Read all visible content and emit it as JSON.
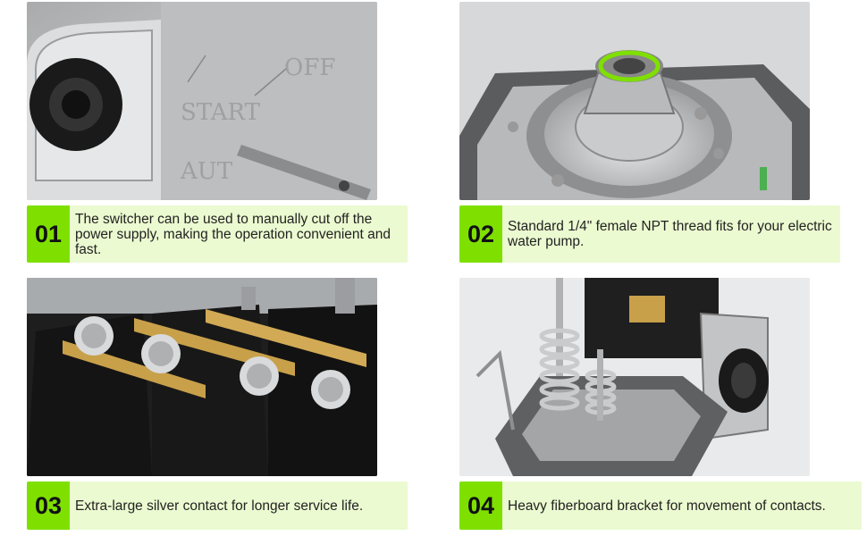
{
  "features": [
    {
      "number": "01",
      "text": "The switcher can be used to manually cut off the power supply, making the operation convenient and fast."
    },
    {
      "number": "02",
      "text": "Standard 1/4\" female NPT thread fits for your electric water pump."
    },
    {
      "number": "03",
      "text": "Extra-large silver contact for longer service life."
    },
    {
      "number": "04",
      "text": "Heavy fiberboard bracket for movement of contacts."
    }
  ],
  "switch_labels": {
    "off": "OFF",
    "start": "START",
    "auto": "AUT"
  },
  "colors": {
    "badge": "#7fe000",
    "caption_bg": "#ebfad0",
    "text": "#222222"
  }
}
